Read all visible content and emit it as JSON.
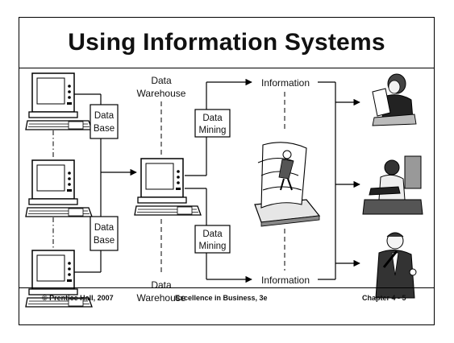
{
  "slide": {
    "title": "Using Information Systems",
    "labels": {
      "data_base_top": [
        "Data",
        "Base"
      ],
      "data_base_bottom": [
        "Data",
        "Base"
      ],
      "warehouse_top": [
        "Data",
        "Warehouse"
      ],
      "warehouse_bottom": [
        "Data",
        "Warehouse"
      ],
      "mining_top": [
        "Data",
        "Mining"
      ],
      "mining_bottom": [
        "Data",
        "Mining"
      ],
      "information_top": "Information",
      "information_bottom": "Information"
    },
    "footer": {
      "left": "© Prentice Hall, 2007",
      "center": "Excellence in Business, 3e",
      "right": "Chapter 4 - 5"
    }
  }
}
